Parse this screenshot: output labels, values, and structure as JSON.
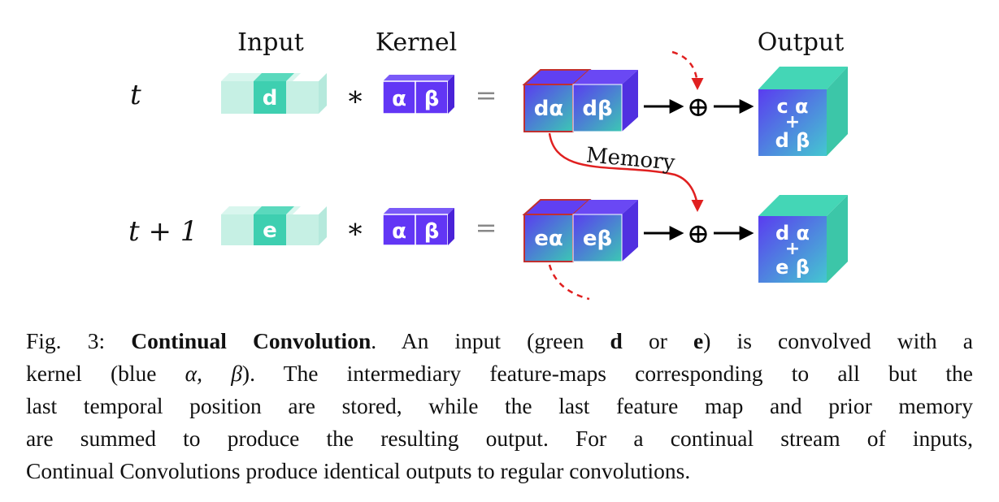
{
  "headers": {
    "input": "Input",
    "kernel": "Kernel",
    "output": "Output"
  },
  "rows": [
    {
      "time": "t",
      "input_cell": "d",
      "kernel": [
        "α",
        "β"
      ],
      "conv_op": "∗",
      "equals": "=",
      "products": [
        "dα",
        "dβ"
      ],
      "sum_op": "⊕",
      "output": {
        "top": "c α",
        "plus": "+",
        "bottom": "d β"
      }
    },
    {
      "time": "t + 1",
      "input_cell": "e",
      "kernel": [
        "α",
        "β"
      ],
      "conv_op": "∗",
      "equals": "=",
      "products": [
        "eα",
        "eβ"
      ],
      "sum_op": "⊕",
      "output": {
        "top": "d α",
        "plus": "+",
        "bottom": "e β"
      }
    }
  ],
  "memory_label": "Memory",
  "colors": {
    "input_light": "#c6f0e4",
    "input_dark": "#3ecfb0",
    "kernel": "#6236f5",
    "product_front_a": "#5a3cf0",
    "product_front_b": "#3cc8b4",
    "output_green": "#44d6b6",
    "memory_arrow": "#e02020"
  },
  "caption": {
    "lines": [
      {
        "parts": [
          {
            "t": "Fig. 3: ",
            "s": "normal"
          },
          {
            "t": "Continual Convolution",
            "s": "bold"
          },
          {
            "t": ". An input (green ",
            "s": "normal"
          },
          {
            "t": "d",
            "s": "bold"
          },
          {
            "t": " or ",
            "s": "normal"
          },
          {
            "t": "e",
            "s": "bold"
          },
          {
            "t": ") is convolved with a",
            "s": "normal"
          }
        ]
      },
      {
        "parts": [
          {
            "t": "kernel (blue ",
            "s": "normal"
          },
          {
            "t": "α, β",
            "s": "math"
          },
          {
            "t": "). The intermediary feature-maps corresponding to all but the",
            "s": "normal"
          }
        ]
      },
      {
        "parts": [
          {
            "t": "last temporal position are stored, while the last feature map and prior memory",
            "s": "normal"
          }
        ]
      },
      {
        "parts": [
          {
            "t": "are summed to produce the resulting output. For a continual stream of inputs,",
            "s": "normal"
          }
        ]
      },
      {
        "parts": [
          {
            "t": "Continual Convolutions produce identical outputs to regular convolutions.",
            "s": "normal"
          }
        ]
      }
    ]
  }
}
